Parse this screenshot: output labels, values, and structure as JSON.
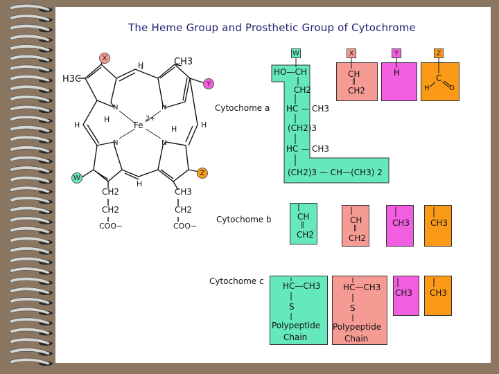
{
  "title": "The Heme Group and Prosthetic Group of Cytochrome",
  "heme": {
    "x_badge": "X",
    "y_badge": "Y",
    "z_badge": "Z",
    "w_badge": "W",
    "h3c": "H3C",
    "ch3_top": "CH3",
    "h_top": "H",
    "h_left": "H",
    "h_right": "H",
    "h_bottom": "H",
    "nh_h1": "H",
    "nh_h2": "H",
    "n1": "N",
    "n2": "N",
    "n3": "N",
    "n4": "N",
    "fe": "Fe",
    "fe_charge": "2+",
    "left_chain": [
      "CH2",
      "CH2",
      "COO−"
    ],
    "right_chain": [
      "CH3",
      "CH2",
      "COO−"
    ]
  },
  "headers": {
    "w": "W",
    "x": "X",
    "y": "Y",
    "z": "Z"
  },
  "cyt_a": {
    "label": "Cytochome a",
    "w_lines": [
      "HO—CH",
      "CH2",
      "HC — CH3",
      "(CH2)3",
      "HC — CH3",
      "(CH2)3 — CH—(CH3) 2"
    ],
    "x_lines": [
      "CH",
      "CH2"
    ],
    "y_lines": [
      "H"
    ],
    "z_lines": [
      "C",
      "H",
      "O"
    ]
  },
  "cyt_b": {
    "label": "Cytochome b",
    "w_lines": [
      "CH",
      "CH2"
    ],
    "x_lines": [
      "CH",
      "CH2"
    ],
    "y_lines": [
      "CH3"
    ],
    "z_lines": [
      "CH3"
    ]
  },
  "cyt_c": {
    "label": "Cytochome c",
    "w_lines": [
      "HC—CH3",
      "S",
      "Polypeptide",
      "Chain"
    ],
    "x_lines": [
      "HC—CH3",
      "S",
      "Polypeptide",
      "Chain"
    ],
    "y_lines": [
      "CH3"
    ],
    "z_lines": [
      "CH3"
    ]
  },
  "colors": {
    "cyan": "#66e8bd",
    "salmon": "#f59b94",
    "pink": "#f15fe0",
    "orange": "#fb9a16",
    "background": "#8b7662"
  }
}
